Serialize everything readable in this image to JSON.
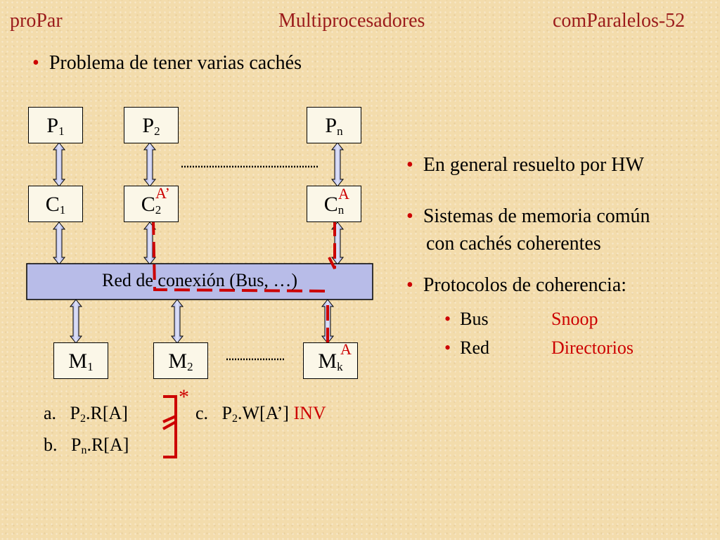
{
  "header": {
    "left": "proPar",
    "center": "Multiprocesadores",
    "right": "comParalelos-52"
  },
  "title_bullet": "Problema de tener varias cachés",
  "diagram": {
    "processors": [
      {
        "base": "P",
        "sub": "1"
      },
      {
        "base": "P",
        "sub": "2"
      },
      {
        "base": "P",
        "sub": "n"
      }
    ],
    "caches": [
      {
        "base": "C",
        "sub": "1",
        "tag": ""
      },
      {
        "base": "C",
        "sub": "2",
        "tag": "A’"
      },
      {
        "base": "C",
        "sub": "n",
        "tag": "A"
      }
    ],
    "bus_label": "Red de conexión (Bus, …)",
    "memories": [
      {
        "base": "M",
        "sub": "1",
        "tag": ""
      },
      {
        "base": "M",
        "sub": "2",
        "tag": ""
      },
      {
        "base": "M",
        "sub": "k",
        "tag": "A"
      }
    ],
    "accent_color": "#cc0000",
    "bus_color": "#b8bce8"
  },
  "right_bullets": {
    "hw": "En general resuelto por HW",
    "shared_line1": "Sistemas de memoria común",
    "shared_line2": "con cachés coherentes",
    "protocols": "Protocolos de coherencia:",
    "rows": [
      {
        "medium": "Bus",
        "method": "Snoop"
      },
      {
        "medium": "Red",
        "method": "Directorios"
      }
    ]
  },
  "operations": {
    "a": {
      "marker": "a.",
      "pre": "P",
      "sub": "2",
      "post": ".R[A]"
    },
    "b": {
      "marker": "b.",
      "pre": "P",
      "sub": "n",
      "post": ".R[A]"
    },
    "c": {
      "marker": "c.",
      "pre": "P",
      "sub": "2",
      "post": ".W[A’]",
      "note": "INV"
    },
    "star": "*"
  }
}
